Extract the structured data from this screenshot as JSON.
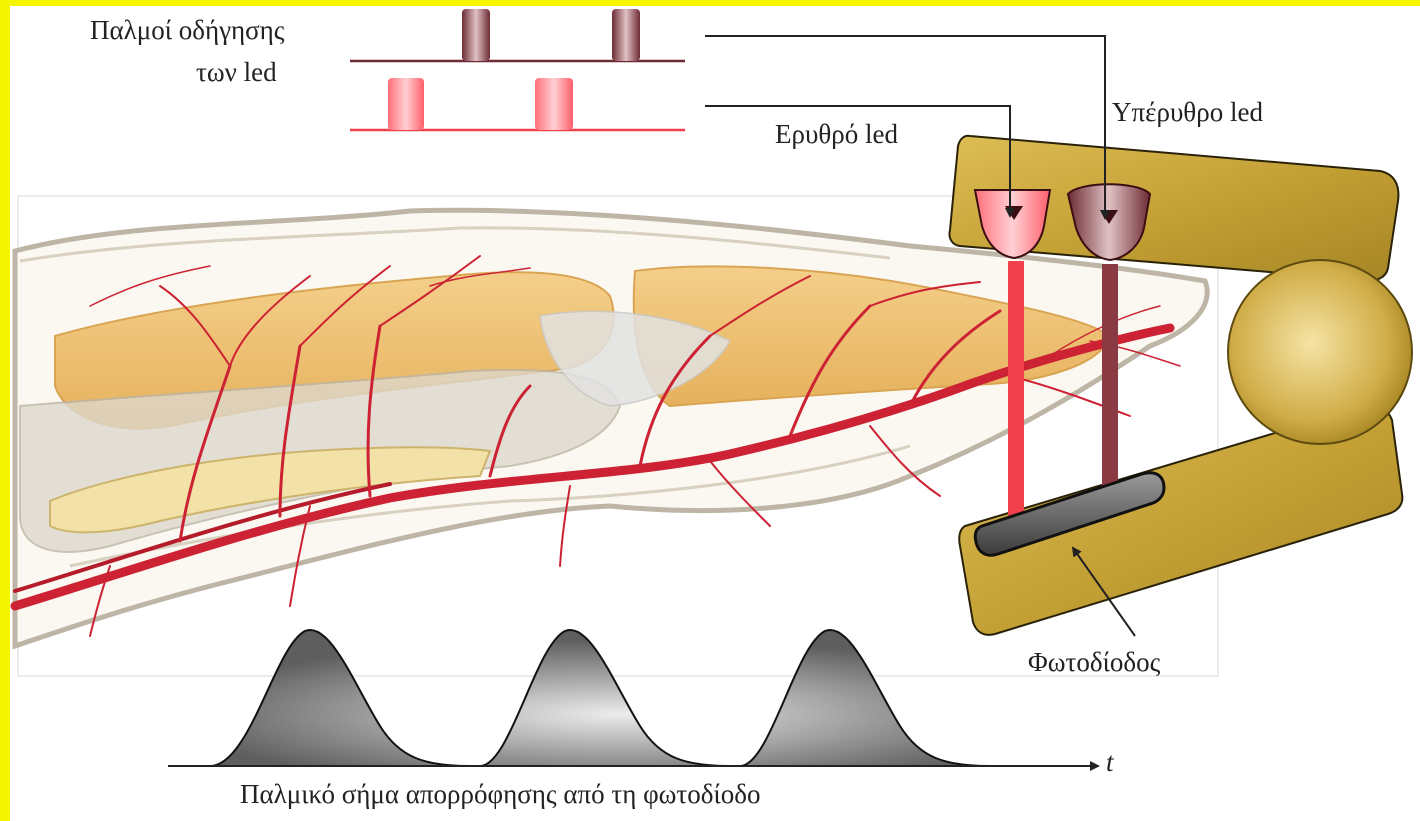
{
  "labels": {
    "drive_pulses_line1": "Παλμοί οδήγησης",
    "drive_pulses_line2": "των led",
    "red_led": "Ερυθρό led",
    "infrared_led": "Υπέρυθρο led",
    "photodiode": "Φωτοδίοδος",
    "time_axis": "t",
    "absorption_signal": "Παλμικό σήμα απορρόφησης από τη φωτοδίοδο"
  },
  "colors": {
    "frame": "#f6f500",
    "red_led": "#f0404c",
    "infrared_led": "#8a4048",
    "clip_body": "#c8a438",
    "vessels": "#cc2233",
    "bone": "#f0c070",
    "skin_outline": "#b8b0a0",
    "signal_fill": "#8a8a8a"
  },
  "icons": {
    "red_led_icon": "red-led-emitter",
    "infrared_led_icon": "infrared-led-emitter",
    "photodiode_icon": "photodiode-sensor"
  }
}
